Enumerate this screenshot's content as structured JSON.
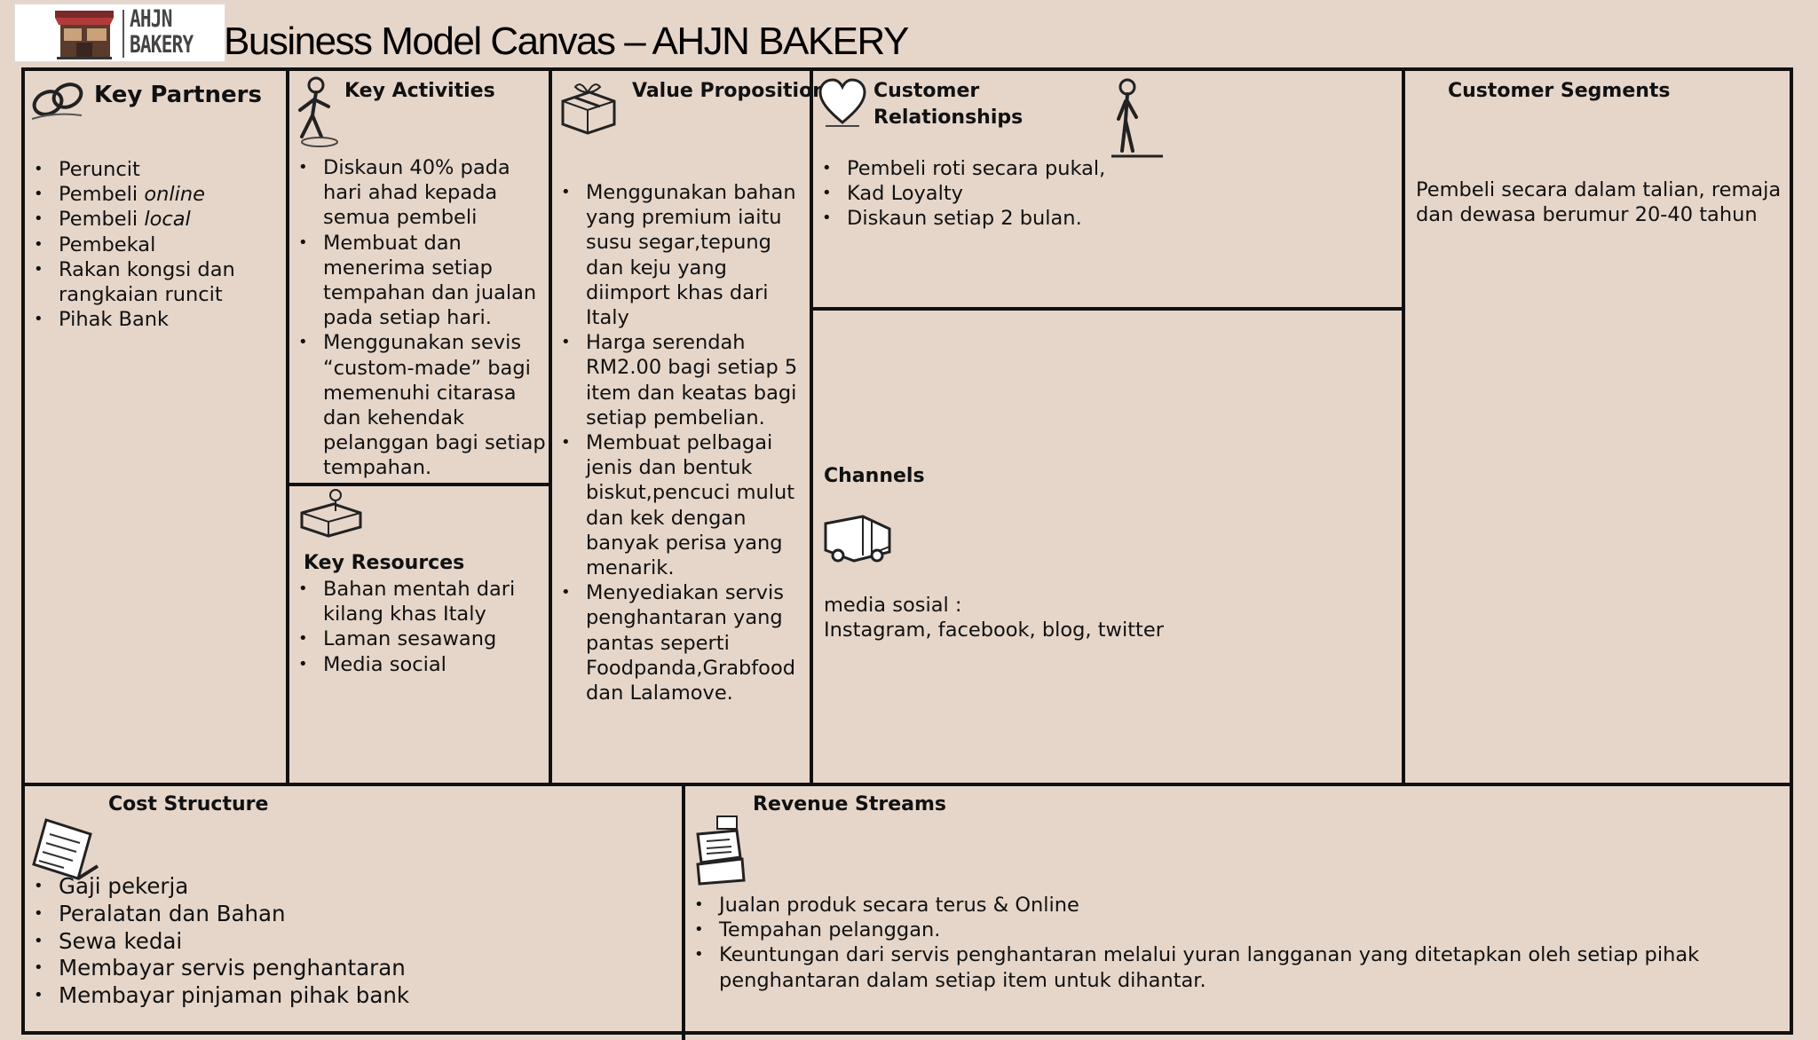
{
  "logo": {
    "text_line1": "AHJN",
    "text_line2": "BAKERY"
  },
  "title": "Business Model Canvas – AHJN BAKERY",
  "key_partners": {
    "heading": "Key Partners",
    "items": [
      "Peruncit",
      "Pembeli online",
      "Pembeli local",
      "Pembekal",
      "Rakan kongsi dan rangkaian runcit",
      "Pihak Bank"
    ]
  },
  "key_activities": {
    "heading": "Key Activities",
    "items": [
      "Diskaun 40% pada hari ahad kepada semua pembeli",
      "Membuat dan menerima setiap tempahan dan jualan pada setiap hari.",
      "Menggunakan sevis “custom-made” bagi memenuhi citarasa dan kehendak pelanggan bagi setiap tempahan."
    ]
  },
  "key_resources": {
    "heading": "Key Resources",
    "items": [
      "Bahan mentah dari kilang khas  Italy",
      "Laman sesawang",
      "Media social"
    ]
  },
  "value_propositions": {
    "heading": "Value Propositions",
    "items": [
      "Menggunakan bahan yang premium iaitu susu segar,tepung dan keju yang diimport khas dari Italy",
      "Harga serendah RM2.00  bagi setiap 5 item dan keatas bagi setiap pembelian.",
      "Membuat pelbagai jenis dan bentuk biskut,pencuci mulut dan kek dengan banyak perisa yang menarik.",
      "Menyediakan servis penghantaran yang pantas seperti Foodpanda,Grabfood dan Lalamove."
    ]
  },
  "customer_relationships": {
    "heading_line1": "Customer",
    "heading_line2": "Relationships",
    "items": [
      "Pembeli roti secara pukal,",
      "Kad Loyalty",
      "Diskaun setiap 2 bulan."
    ]
  },
  "channels": {
    "heading": "Channels",
    "line1": "media sosial :",
    "line2": "Instagram, facebook, blog, twitter"
  },
  "customer_segments": {
    "heading": "Customer Segments",
    "text": "Pembeli secara dalam talian, remaja dan dewasa berumur 20-40 tahun"
  },
  "cost_structure": {
    "heading": "Cost Structure",
    "items": [
      "Gaji pekerja",
      "Peralatan dan Bahan",
      "Sewa kedai",
      "Membayar servis penghantaran",
      "Membayar pinjaman  pihak bank"
    ]
  },
  "revenue_streams": {
    "heading": "Revenue Streams",
    "items": [
      "Jualan produk secara terus & Online",
      "Tempahan pelanggan.",
      "Keuntungan dari servis penghantaran melalui yuran langganan yang ditetapkan oleh setiap pihak penghantaran dalam setiap item untuk dihantar."
    ]
  },
  "colors": {
    "background": "#e6d6ca",
    "lines": "#111111"
  },
  "icons": [
    "chain-links-icon",
    "worker-icon",
    "gift-box-icon",
    "heart-icon",
    "person-standing-icon",
    "machinery-icon",
    "delivery-truck-icon",
    "document-icon",
    "cash-register-icon",
    "bakery-shop-icon"
  ]
}
